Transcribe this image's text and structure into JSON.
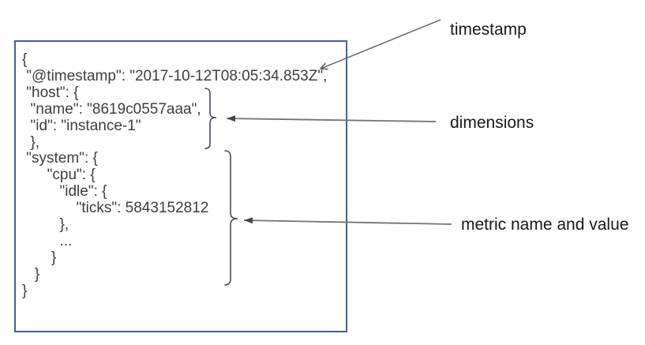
{
  "event_box": {
    "code_lines": [
      "{",
      " \"@timestamp\": \"2017-10-12T08:05:34.853Z\",",
      " \"host\": {",
      "  \"name\": \"8619c0557aaa\",",
      "  \"id\": \"instance-1\"",
      "  },",
      " \"system\": {",
      "      \"cpu\": {",
      "         \"idle\": {",
      "             \"ticks\": 5843152812",
      "         },",
      "         ...",
      "       }",
      "   }",
      "}"
    ]
  },
  "annotations": {
    "timestamp": {
      "label": "timestamp"
    },
    "dimensions": {
      "label": "dimensions"
    },
    "metric": {
      "label": "metric name and value"
    }
  },
  "colors": {
    "box_border": "#4560a0",
    "code_text": "#3d3d3d",
    "label_text": "#16181c",
    "arrow_line": "#6d737b",
    "arrowhead": "#41454e",
    "brace": "#464c59"
  }
}
